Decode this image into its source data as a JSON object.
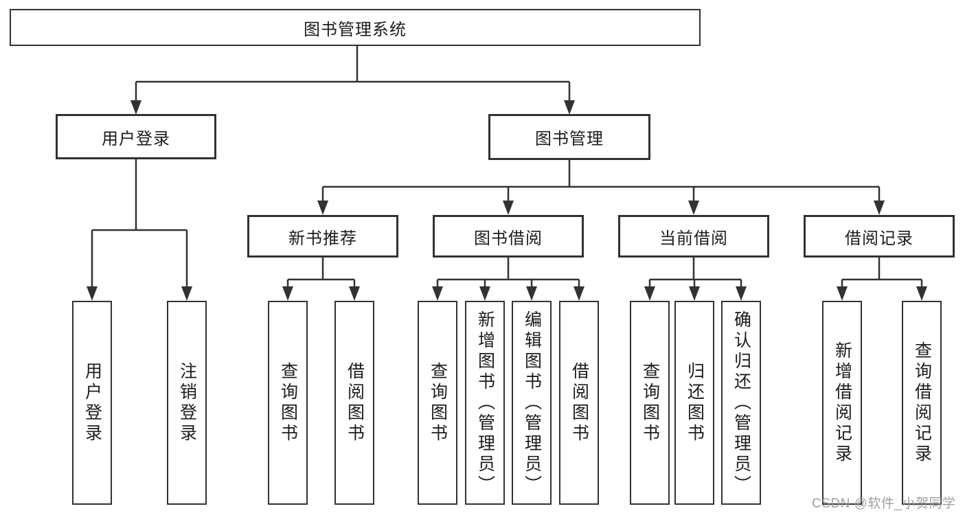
{
  "diagram": {
    "title_note": "",
    "root": {
      "label": "图书管理系统"
    },
    "branches": [
      {
        "label": "用户登录",
        "children": [
          {
            "label": "用户登录"
          },
          {
            "label": "注销登录"
          }
        ]
      },
      {
        "label": "图书管理",
        "children": [
          {
            "label": "新书推荐",
            "children": [
              {
                "label": "查询图书"
              },
              {
                "label": "借阅图书"
              }
            ]
          },
          {
            "label": "图书借阅",
            "children": [
              {
                "label": "查询图书"
              },
              {
                "label": "新增图书（管理员）"
              },
              {
                "label": "编辑图书（管理员）"
              },
              {
                "label": "借阅图书"
              }
            ]
          },
          {
            "label": "当前借阅",
            "children": [
              {
                "label": "查询图书"
              },
              {
                "label": "归还图书"
              },
              {
                "label": "确认归还（管理员）"
              }
            ]
          },
          {
            "label": "借阅记录",
            "children": [
              {
                "label": "新增借阅记录"
              },
              {
                "label": "查询借阅记录"
              }
            ]
          }
        ]
      }
    ]
  },
  "watermark": {
    "text": "CSDN @软件_小贺同学"
  },
  "colors": {
    "line": "#323232",
    "text": "#1c1c1c",
    "box_background": "#ffffff",
    "watermark": "#9f9f9f"
  }
}
